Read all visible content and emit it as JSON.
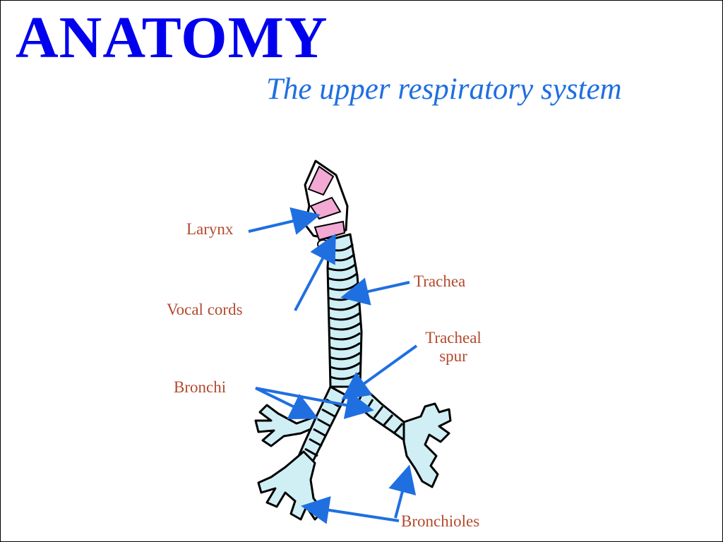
{
  "header": {
    "title": "ANATOMY",
    "subtitle": "The upper respiratory system"
  },
  "labels": {
    "larynx": "Larynx",
    "vocal_cords": "Vocal cords",
    "trachea": "Trachea",
    "tracheal_spur_line1": "Tracheal",
    "tracheal_spur_line2": "spur",
    "bronchi": "Bronchi",
    "bronchioles": "Bronchioles"
  },
  "colors": {
    "title": "#0000ee",
    "subtitle": "#1f6fe0",
    "label_text": "#b24a2e",
    "arrow": "#1f6fe0",
    "airway_fill": "#cfeff5",
    "larynx_highlight": "#f2a9d4"
  }
}
